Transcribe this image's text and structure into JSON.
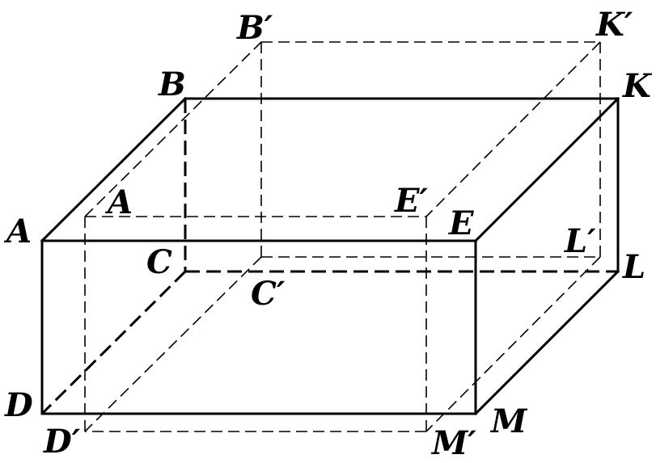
{
  "figure": {
    "stroke_color": "#000000",
    "background_color": "#ffffff",
    "labels": {
      "A": "A",
      "B": "B",
      "C": "C",
      "D": "D",
      "E": "E",
      "K": "K",
      "L": "L",
      "M": "M",
      "A_inner": "A",
      "Bp": "B′",
      "Cp": "C′",
      "Dp": "D′",
      "Ep": "E′",
      "Kp": "K′",
      "Lp": "L′",
      "Mp": "M′"
    }
  }
}
